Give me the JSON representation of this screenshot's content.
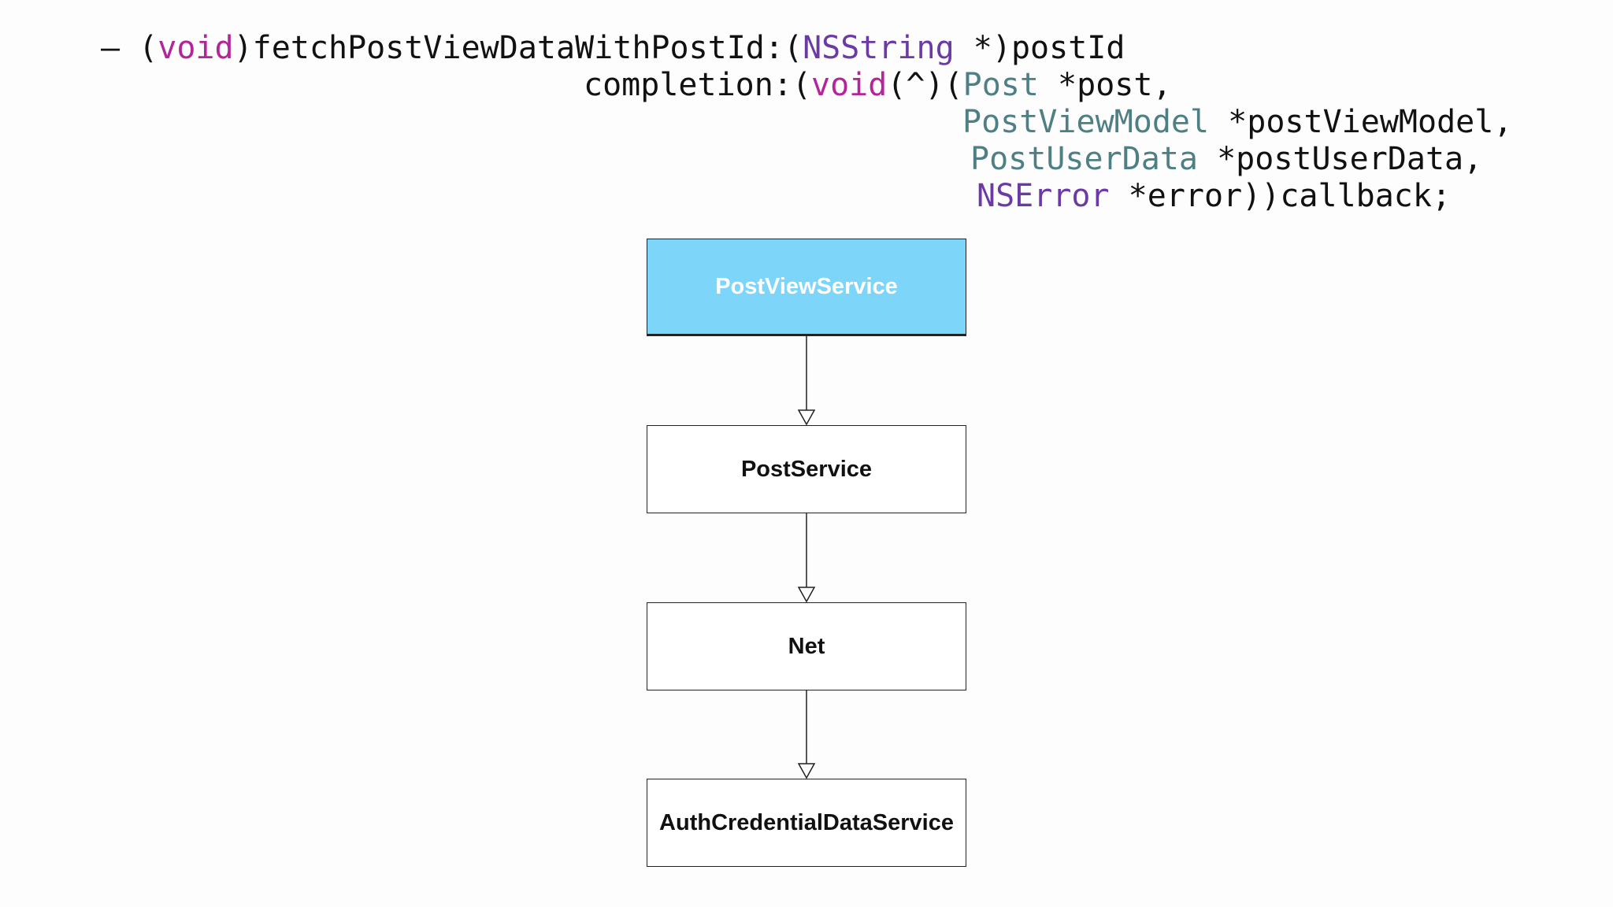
{
  "code": {
    "line1": {
      "dash": "– ",
      "open_paren": "(",
      "void": "void",
      "method": ")fetchPostViewDataWithPostId:(",
      "nsstring": "NSString",
      "param": " *)postId"
    },
    "line2": {
      "label": "completion:(",
      "void": "void",
      "block": "(^)(",
      "post_type": "Post",
      "post_param": " *post,"
    },
    "line3": {
      "type": "PostViewModel",
      "param": " *postViewModel,"
    },
    "line4": {
      "type": "PostUserData",
      "param": " *postUserData,"
    },
    "line5": {
      "type": "NSError",
      "param": " *error))callback;"
    }
  },
  "diagram": {
    "nodes": [
      {
        "id": "post-view-service",
        "label": "PostViewService",
        "highlighted": true
      },
      {
        "id": "post-service",
        "label": "PostService",
        "highlighted": false
      },
      {
        "id": "net",
        "label": "Net",
        "highlighted": false
      },
      {
        "id": "auth-credential-data-service",
        "label": "AuthCredentialDataService",
        "highlighted": false
      }
    ],
    "edges": [
      {
        "from": "post-view-service",
        "to": "post-service"
      },
      {
        "from": "post-service",
        "to": "net"
      },
      {
        "from": "net",
        "to": "auth-credential-data-service"
      }
    ]
  },
  "colors": {
    "highlight_fill": "#7dd5fa",
    "keyword": "#b3259b",
    "class_name": "#6b3aa4",
    "type_name": "#4d7f84"
  }
}
